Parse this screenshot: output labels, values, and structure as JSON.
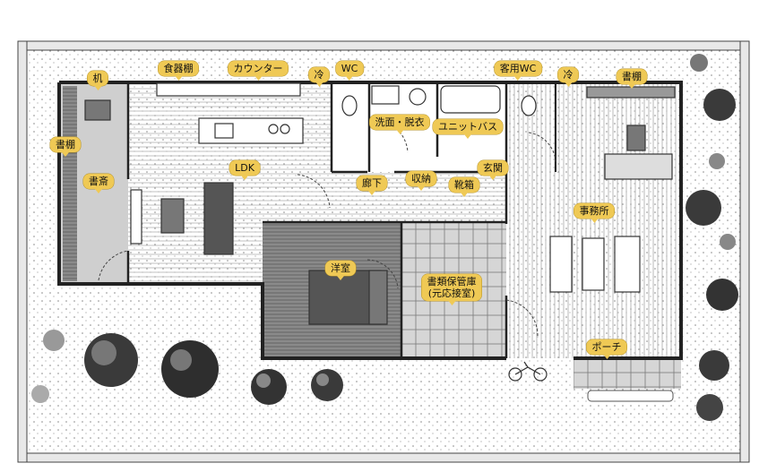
{
  "labels": {
    "desk": "机",
    "tableware_shelf": "食器棚",
    "counter": "カウンター",
    "fridge_left": "冷",
    "wc": "WC",
    "guest_wc": "客用WC",
    "fridge_right": "冷",
    "bookshelf_right": "書棚",
    "bookshelf_left": "書棚",
    "washroom": "洗面・脱衣",
    "unit_bath": "ユニットバス",
    "ldk": "LDK",
    "entrance": "玄関",
    "study": "書斎",
    "corridor": "廊下",
    "storage": "収納",
    "shoe_box": "靴箱",
    "office": "事務所",
    "western_room": "洋室",
    "archive_line1": "書類保管庫",
    "archive_line2": "(元応接室)",
    "porch": "ポーチ"
  },
  "colors": {
    "label_bg": "#efc955",
    "wall": "#222222",
    "floor_hatch": "#9a9a9a",
    "tree_dark": "#2e2e2e"
  }
}
